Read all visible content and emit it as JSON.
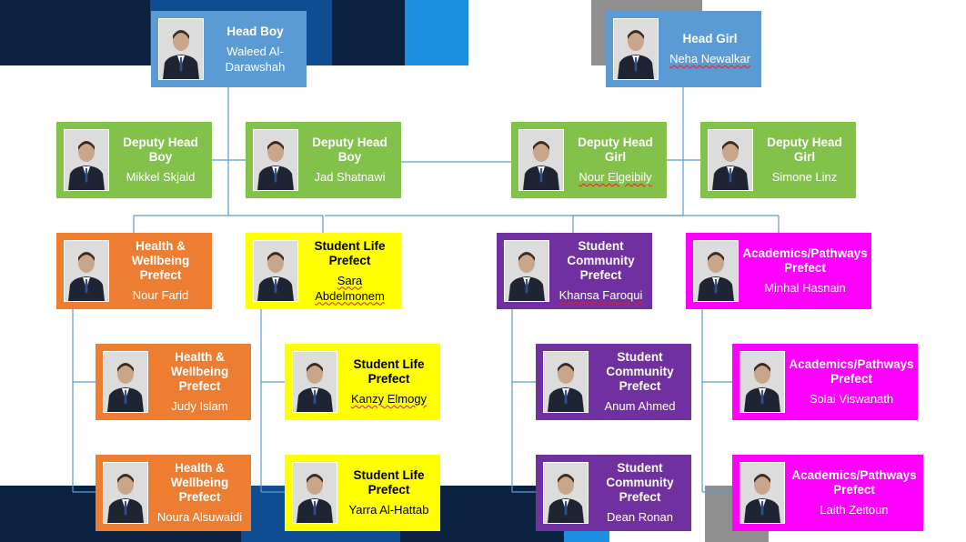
{
  "theme": {
    "head": "#5b9bd5",
    "deputy": "#82c24a",
    "health_wellbeing": "#ed7d31",
    "student_life": "#ffff00",
    "student_community": "#7030a0",
    "academics_pathways": "#ff00ff",
    "connector": "#5b9bd5"
  },
  "chart": {
    "heads": [
      {
        "role": "Head Boy",
        "name": "Waleed Al-Darawshah"
      },
      {
        "role": "Head Girl",
        "name": "Neha Newalkar"
      }
    ],
    "deputies": [
      {
        "role": "Deputy Head Boy",
        "name": "Mikkel Skjald"
      },
      {
        "role": "Deputy Head Boy",
        "name": "Jad Shatnawi"
      },
      {
        "role": "Deputy Head Girl",
        "name": "Nour Elgeibily"
      },
      {
        "role": "Deputy Head Girl",
        "name": "Simone Linz"
      }
    ],
    "prefects": [
      {
        "role": "Health & Wellbeing Prefect",
        "name": "Nour Farid"
      },
      {
        "role": "Student Life Prefect",
        "name": "Sara Abdelmonem"
      },
      {
        "role": "Student Community Prefect",
        "name": "Khansa Faroqui"
      },
      {
        "role": "Academics/Pathways Prefect",
        "name": "Minhal Hasnain"
      },
      {
        "role": "Health & Wellbeing Prefect",
        "name": "Judy Islam"
      },
      {
        "role": "Student Life Prefect",
        "name": "Kanzy Elmogy"
      },
      {
        "role": "Student Community Prefect",
        "name": "Anum Ahmed"
      },
      {
        "role": "Academics/Pathways Prefect",
        "name": "Solai Viswanath"
      },
      {
        "role": "Health & Wellbeing Prefect",
        "name": "Noura Alsuwaidi"
      },
      {
        "role": "Student Life Prefect",
        "name": "Yarra Al-Hattab"
      },
      {
        "role": "Student Community Prefect",
        "name": "Dean Ronan"
      },
      {
        "role": "Academics/Pathways Prefect",
        "name": "Laith Zeitoun"
      }
    ]
  }
}
